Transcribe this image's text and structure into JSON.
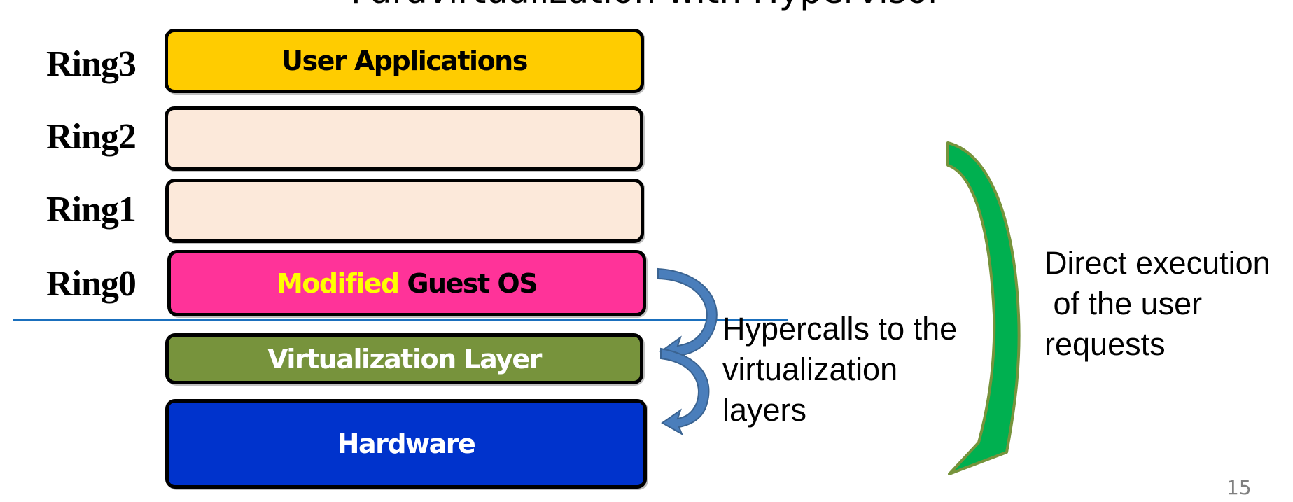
{
  "slide": {
    "title_fragment": "Paravirtualization with Hypervisor",
    "page_number": "15"
  },
  "rings": [
    {
      "label": "Ring3",
      "layer": "User Applications"
    },
    {
      "label": "Ring2",
      "layer": ""
    },
    {
      "label": "Ring1",
      "layer": ""
    },
    {
      "label": "Ring0",
      "layer_highlight": "Modified",
      "layer_rest": "Guest OS"
    }
  ],
  "lower_layers": {
    "virtualization": "Virtualization Layer",
    "hardware": "Hardware"
  },
  "annotations": {
    "hypercalls": "Hypercalls to the\nvirtualization\nlayers",
    "direct_execution": "Direct execution\n of the user\nrequests"
  },
  "colors": {
    "user_apps": "#ffcc00",
    "empty_ring": "#fce9da",
    "guest_os": "#ff3399",
    "modified_text": "#ffff00",
    "virtualization": "#77933c",
    "hardware": "#0033cc",
    "separator_line": "#1a6fbd",
    "hypercall_arrow": "#4a7ebb",
    "bracket_fill": "#00b050",
    "bracket_stroke": "#77933c"
  }
}
